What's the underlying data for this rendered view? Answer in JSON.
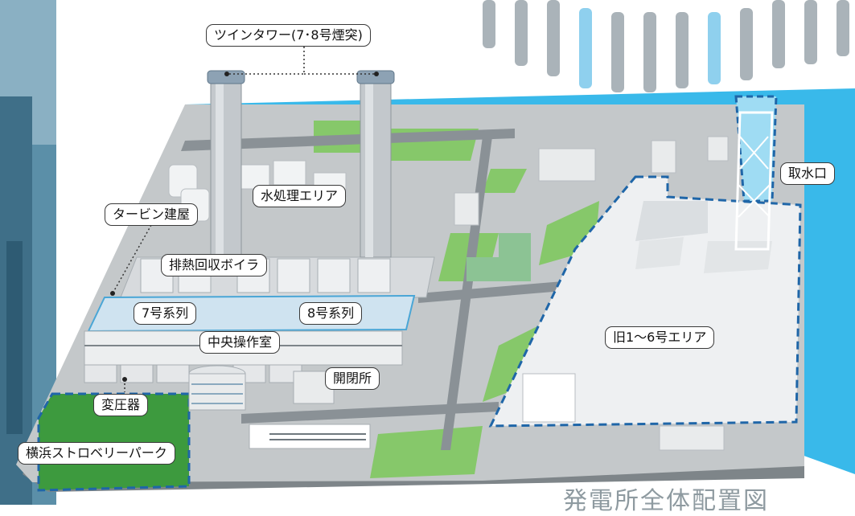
{
  "labels": {
    "twin_tower": "ツインタワー(7･8号煙突)",
    "water_treatment": "水処理エリア",
    "turbine_building": "タービン建屋",
    "hrsg": "排熱回収ボイラ",
    "unit7": "7号系列",
    "unit8": "8号系列",
    "control_room": "中央操作室",
    "switchyard": "開閉所",
    "transformer": "変圧器",
    "strawberry_park": "横浜ストロベリーパーク",
    "old_area": "旧1〜6号エリア",
    "water_intake": "取水口"
  },
  "caption": "発電所全体配置図",
  "colors": {
    "sea": "#39b9ea",
    "ground": "#c4c8ca",
    "road": "#7e8589",
    "green": "#86c86a",
    "dark_green": "#3d9a3e",
    "dashed_outline": "#1f66a8",
    "label_border": "#3a3a3a"
  }
}
